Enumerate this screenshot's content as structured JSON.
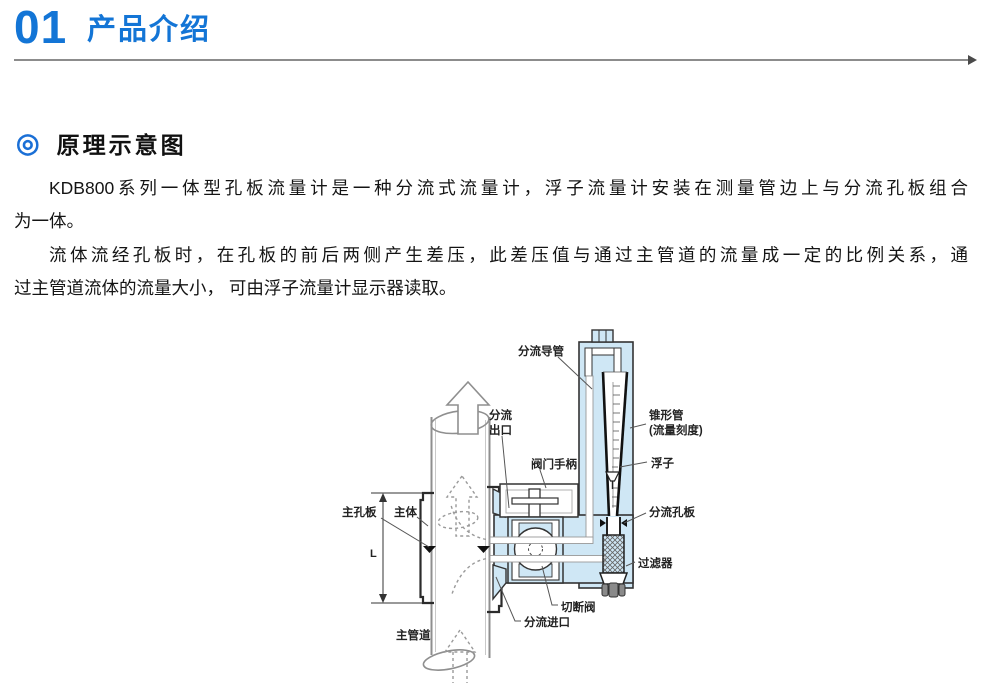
{
  "header": {
    "number": "01",
    "title": "产品介绍"
  },
  "section": {
    "bullet_icon": "double-circle-icon",
    "bullet_glyph": "◎",
    "title": "原理示意图"
  },
  "content": {
    "paragraphs": [
      {
        "lines": [
          "KDB800系列一体型孔板流量计是一种分流式流量计，浮子流量计安装在测量管边上与分流孔板组合",
          "为一体。"
        ]
      },
      {
        "lines": [
          "流体流经孔板时，在孔板的前后两侧产生差压，此差压值与通过主管道的流量成一定的比例关系，通",
          "过主管道流体的流量大小， 可由浮子流量计显示器读取。"
        ]
      }
    ]
  },
  "diagram": {
    "labels": {
      "bypass_duct": "分流导管",
      "cone_tube_1": "锥形管",
      "cone_tube_2": "(流量刻度)",
      "float": "浮子",
      "bypass_orifice": "分流孔板",
      "filter": "过滤器",
      "cutoff_valve": "切断阀",
      "bypass_inlet": "分流进口",
      "main_pipe": "主管道",
      "main_orifice": "主孔板",
      "body": "主体",
      "dim_l": "L",
      "bypass_outlet_1": "分流",
      "bypass_outlet_2": "出口",
      "valve_handle": "阀门手柄"
    },
    "colors": {
      "jacket_fill": "#cfe7f5",
      "outline": "#333333",
      "pipe_gray": "#8f8f8f"
    }
  },
  "theme": {
    "accent_blue": "#1375d6",
    "rule_gray": "#8c8c8c",
    "text": "#1a1a1a"
  }
}
